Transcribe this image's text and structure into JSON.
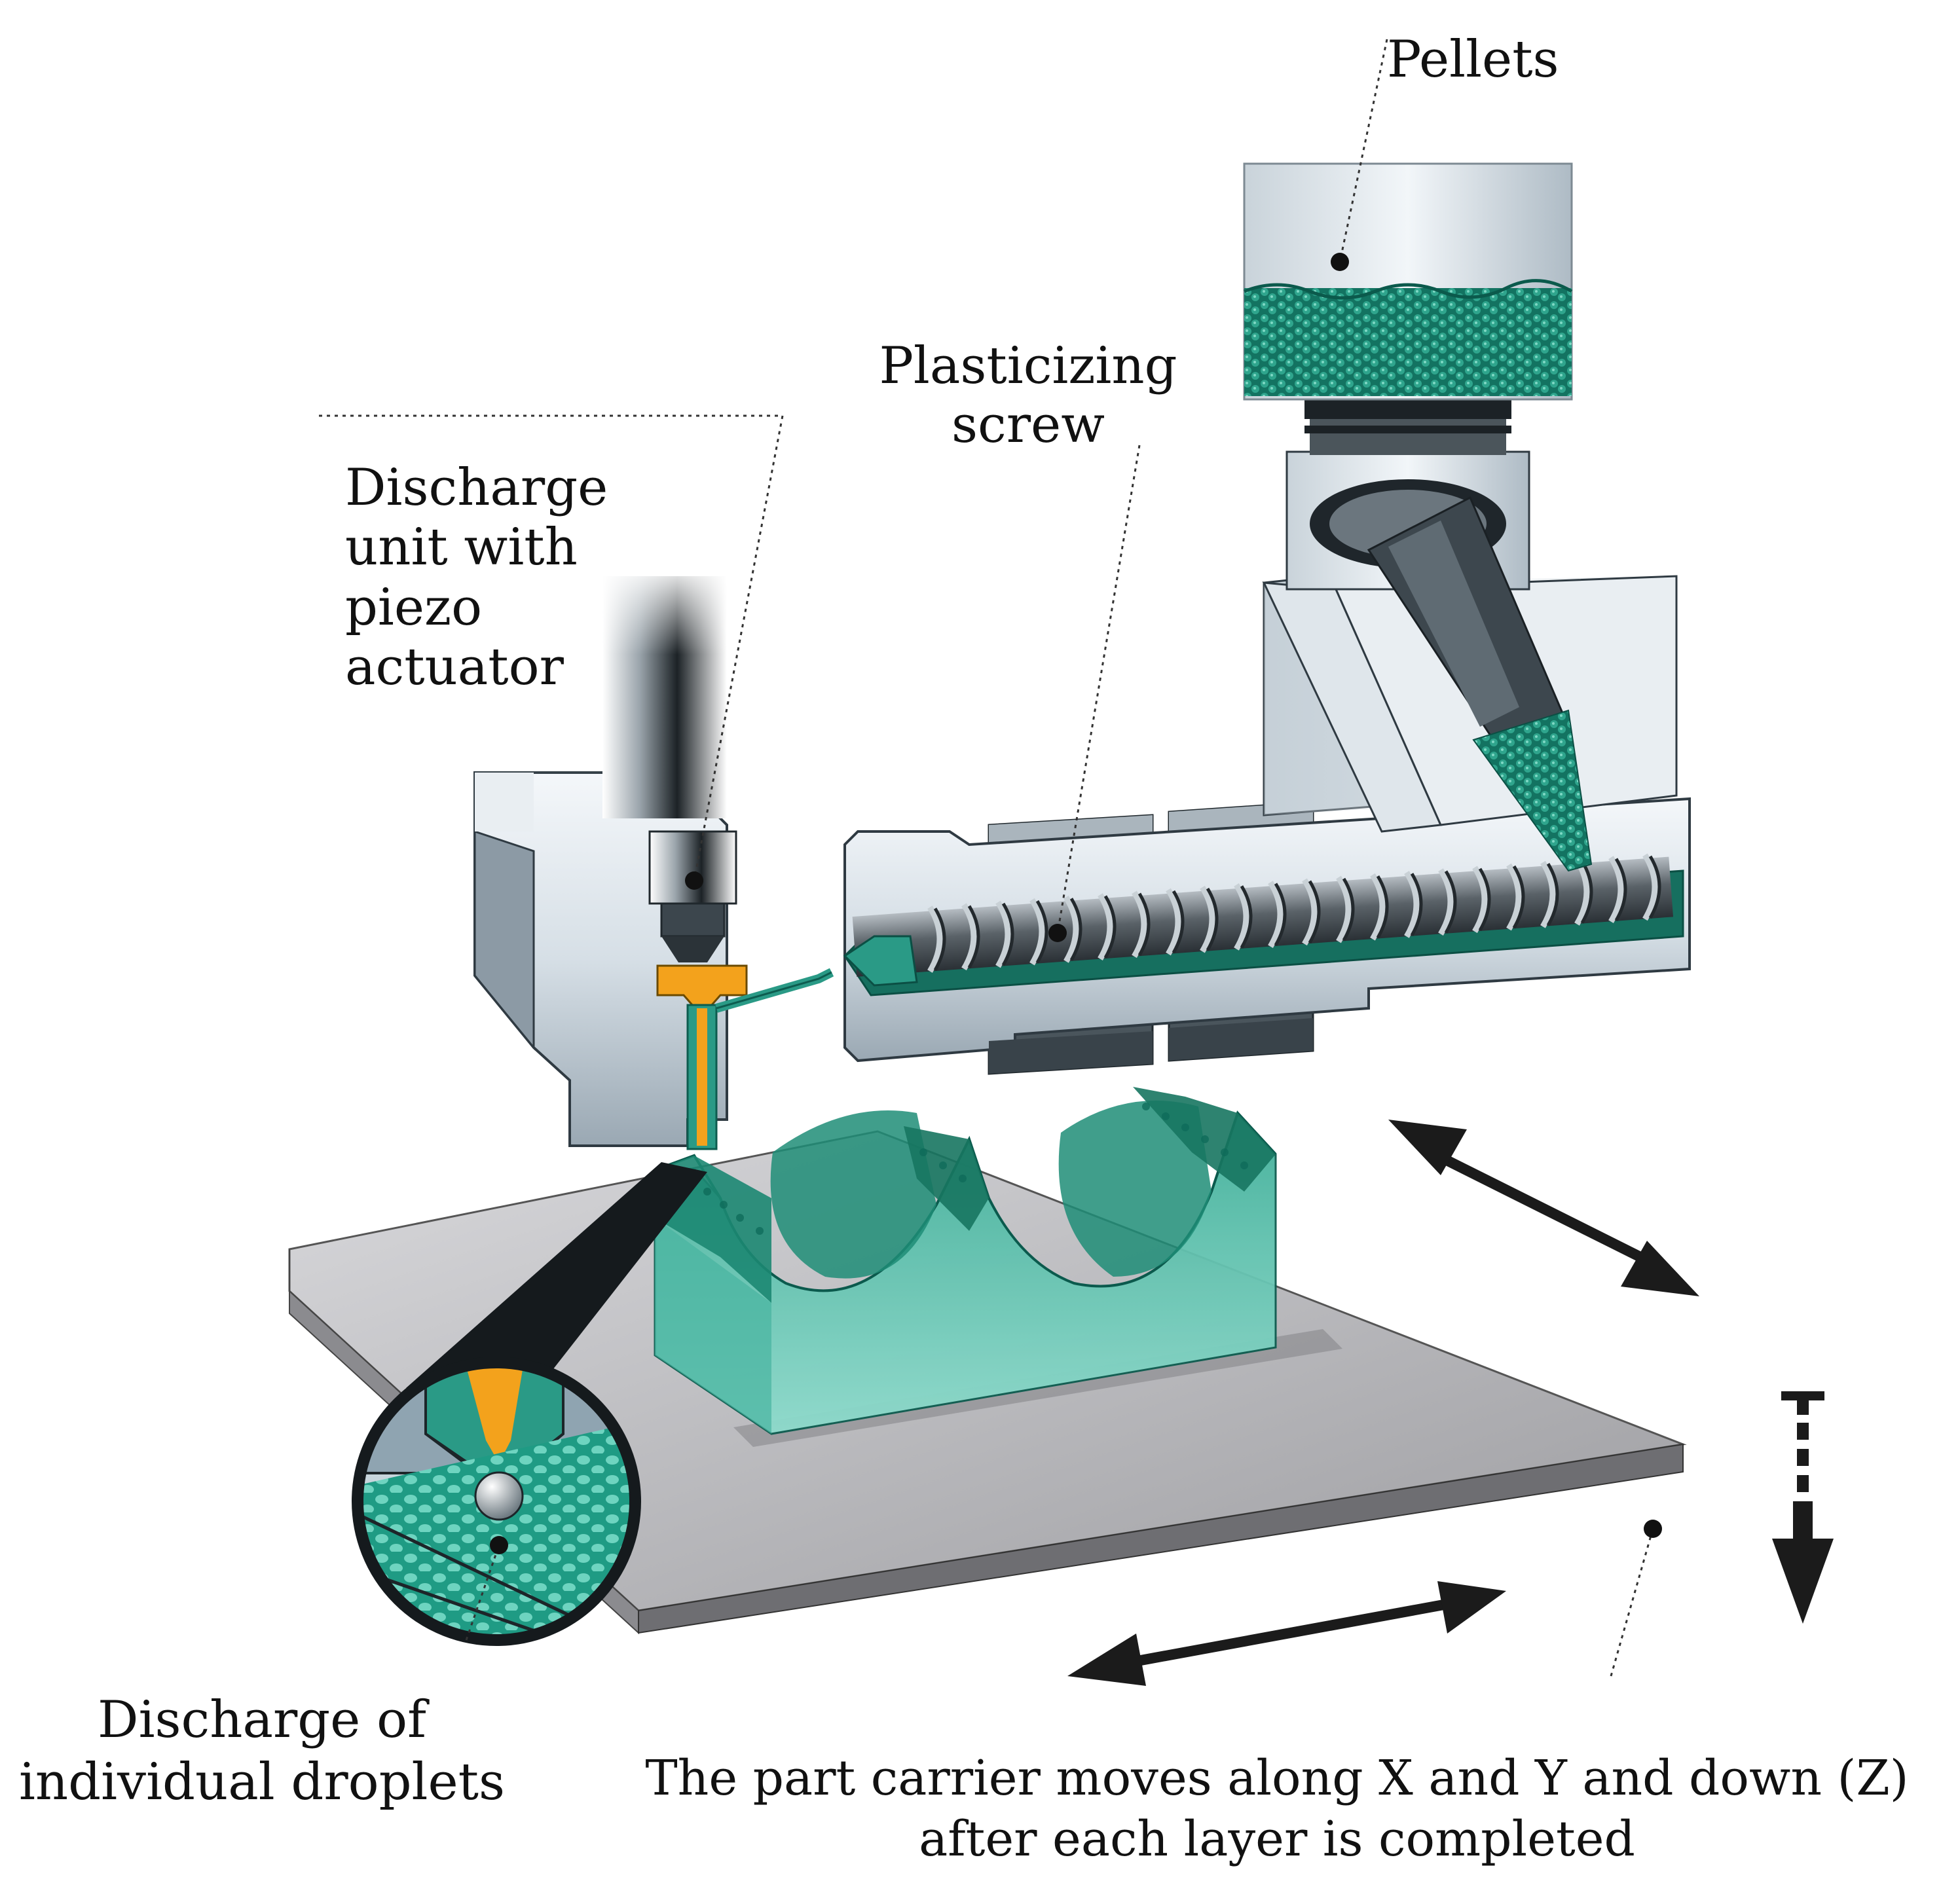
{
  "labels": {
    "pellets": "Pellets",
    "plasticizing_screw": [
      "Plasticizing",
      "screw"
    ],
    "discharge_unit": [
      "Discharge",
      "unit with",
      "piezo",
      "actuator"
    ],
    "discharge_droplets": [
      "Discharge of",
      "individual droplets"
    ],
    "part_carrier": [
      "The part carrier moves along X and Y and down (Z)",
      "after each layer is completed"
    ]
  },
  "colors": {
    "teal": "#2a9a86",
    "teal_dark": "#0f6b5c",
    "teal_light": "#7fd3c3",
    "orange": "#f3a21c",
    "steel_light": "#e4ebf0",
    "steel_mid": "#b8c6d0",
    "steel_dark": "#5d6a74",
    "plate": "#c9c9cc"
  }
}
